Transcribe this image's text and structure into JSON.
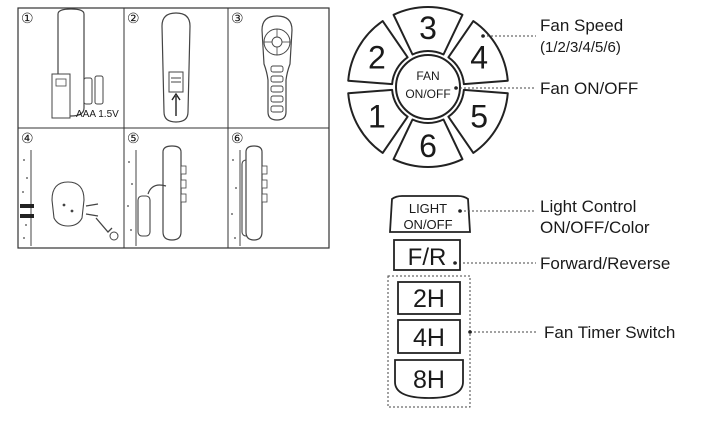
{
  "steps": {
    "step1": {
      "number": "①",
      "battery_label": "AAA 1.5V"
    },
    "step2": {
      "number": "②"
    },
    "step3": {
      "number": "③"
    },
    "step4": {
      "number": "④"
    },
    "step5": {
      "number": "⑤"
    },
    "step6": {
      "number": "⑥"
    }
  },
  "fan_dial": {
    "speeds": [
      "3",
      "4",
      "5",
      "6",
      "1",
      "2"
    ],
    "center_line1": "FAN",
    "center_line2": "ON/OFF"
  },
  "buttons": {
    "light_line1": "LIGHT",
    "light_line2": "ON/OFF",
    "fr": "F/R",
    "timer_2h": "2H",
    "timer_4h": "4H",
    "timer_8h": "8H"
  },
  "callouts": {
    "fan_speed_line1": "Fan Speed",
    "fan_speed_line2": "(1/2/3/4/5/6)",
    "fan_onoff": "Fan ON/OFF",
    "light_control_line1": "Light Control",
    "light_control_line2": "ON/OFF/Color",
    "forward_reverse": "Forward/Reverse",
    "fan_timer": "Fan Timer Switch"
  }
}
